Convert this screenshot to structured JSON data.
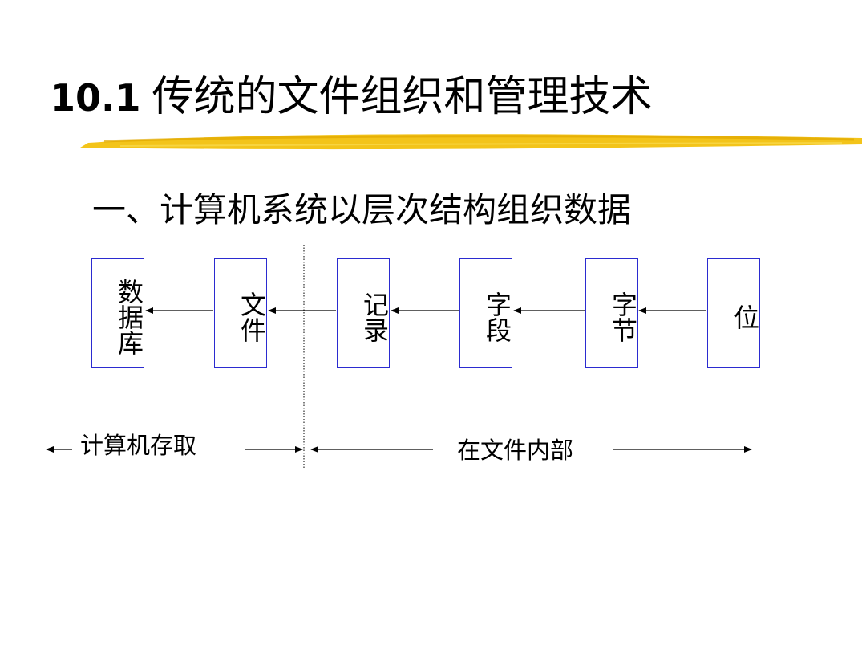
{
  "slide": {
    "title_number": "10.1",
    "title_text": "传统的文件组织和管理技术",
    "subtitle": "一、计算机系统以层次结构组织数据"
  },
  "hierarchy": {
    "boxes": [
      {
        "id": "database",
        "label": "数据库"
      },
      {
        "id": "file",
        "label": "文件"
      },
      {
        "id": "record",
        "label": "记录"
      },
      {
        "id": "field",
        "label": "字段"
      },
      {
        "id": "byte",
        "label": "字节"
      },
      {
        "id": "bit",
        "label": "位"
      }
    ]
  },
  "scope": {
    "computer_access": "计算机存取",
    "inside_file": "在文件内部"
  },
  "colors": {
    "box_border": "#2b2bd0",
    "brush_stroke": "#f2c10e"
  }
}
